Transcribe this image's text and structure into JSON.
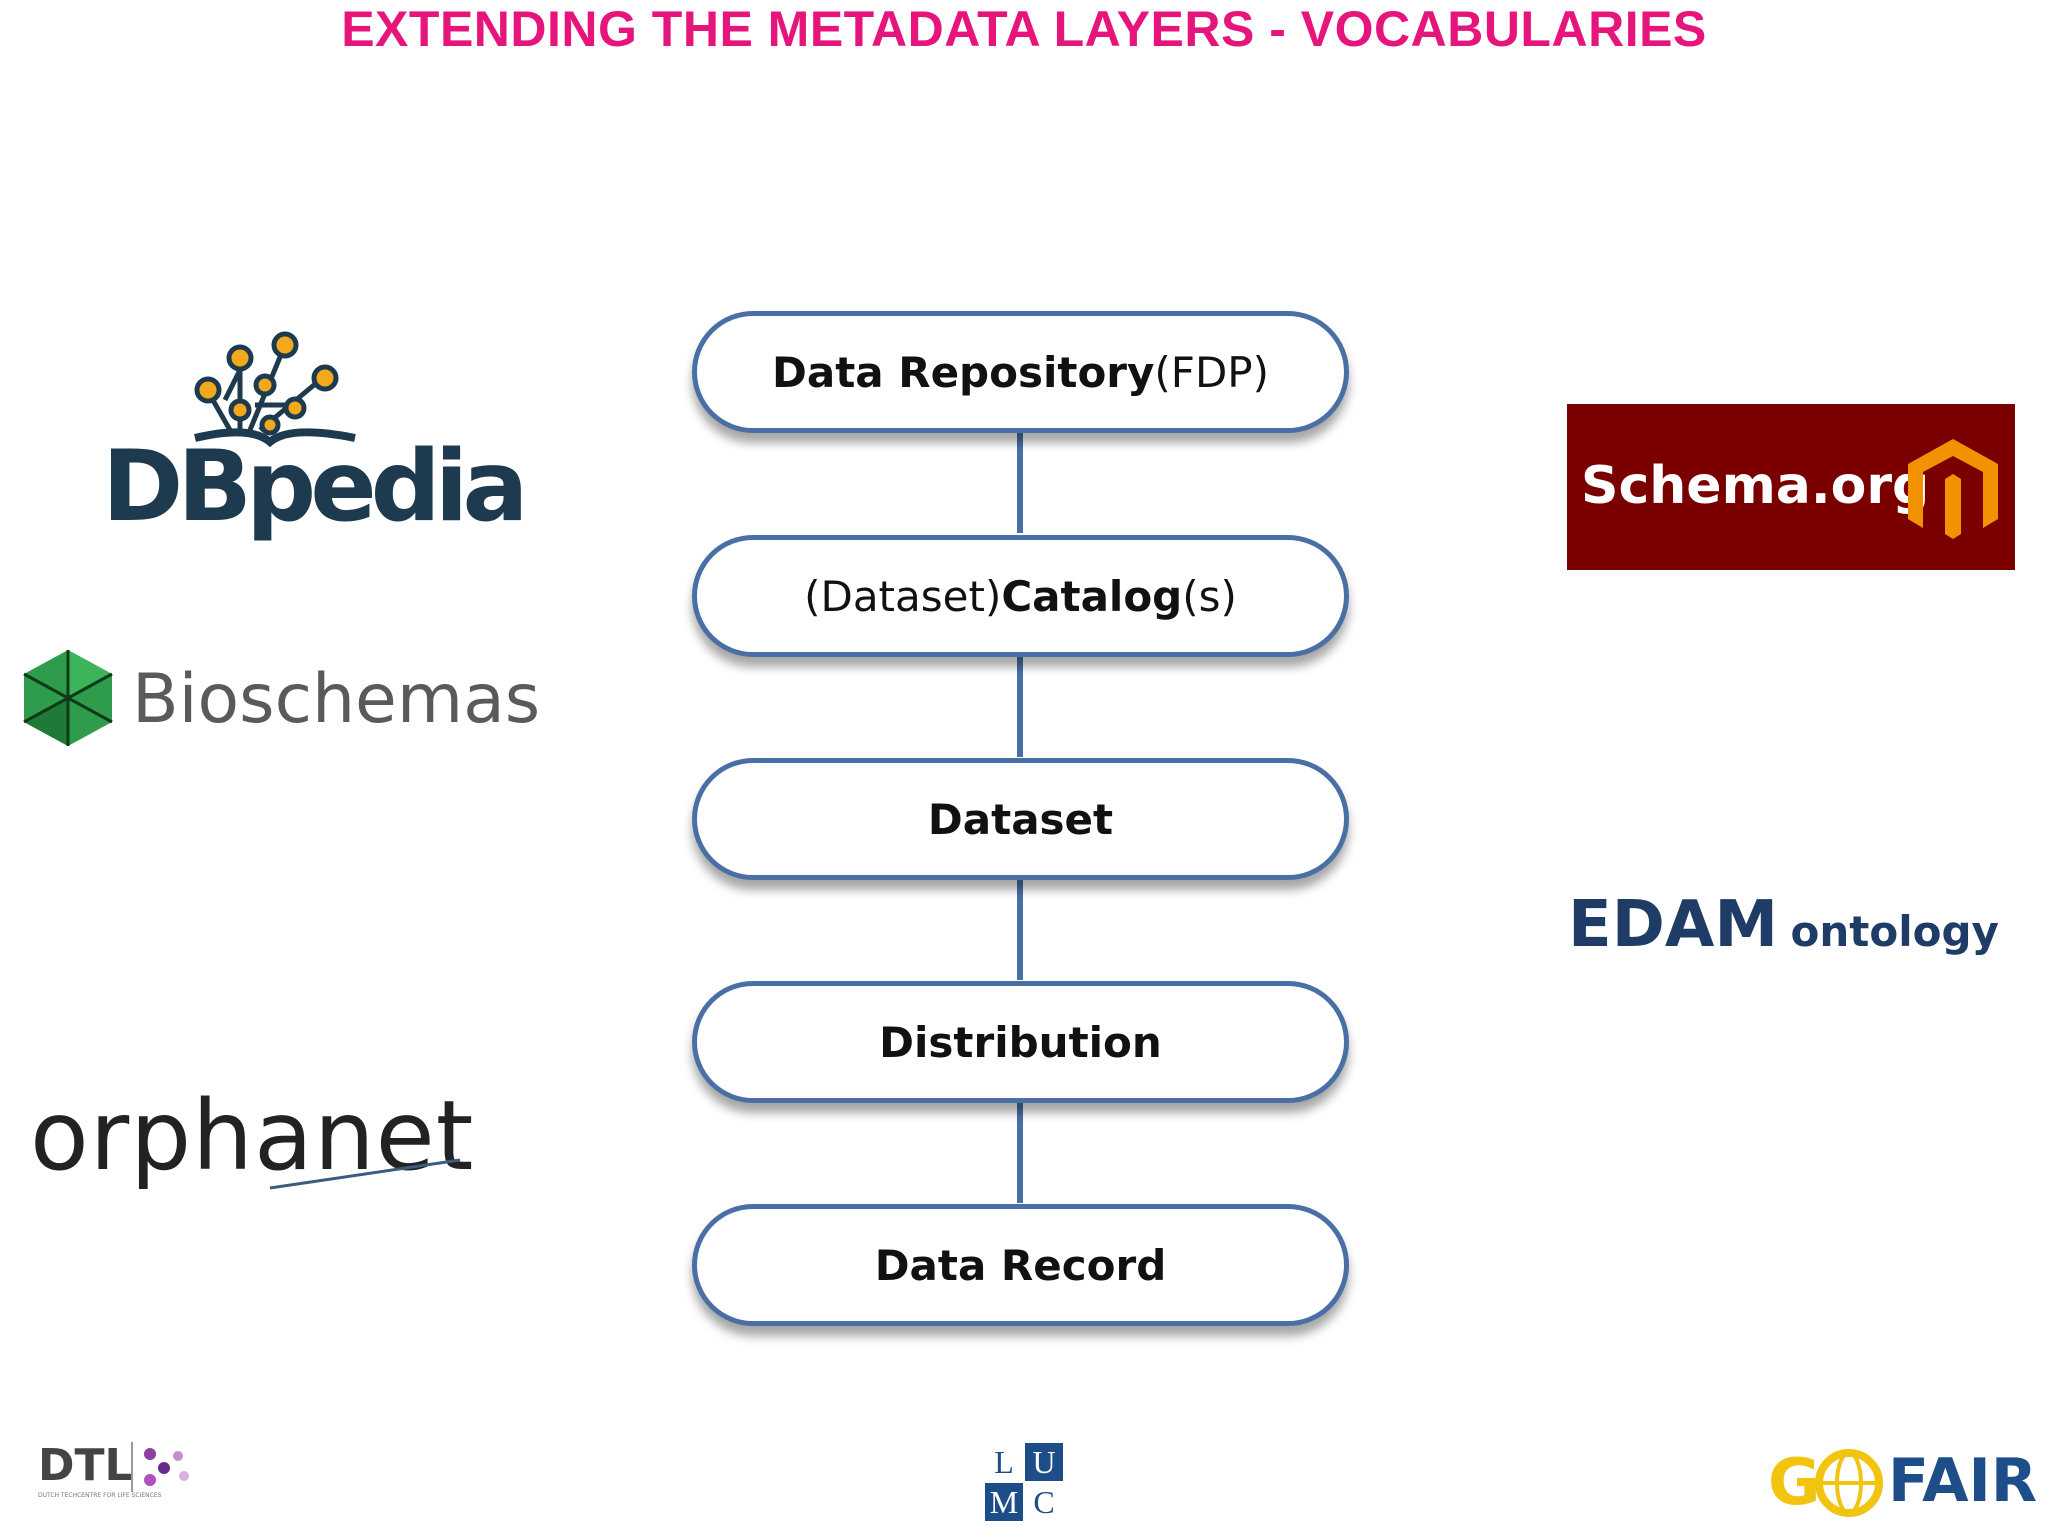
{
  "title": "EXTENDING THE METADATA LAYERS - VOCABULARIES",
  "layers": [
    {
      "bold": "Data Repository",
      "normal_after": " (FDP)",
      "normal_before": ""
    },
    {
      "normal_before": "(Dataset) ",
      "bold": "Catalog",
      "normal_after": "(s)"
    },
    {
      "normal_before": "",
      "bold": "Dataset",
      "normal_after": ""
    },
    {
      "normal_before": "",
      "bold": "Distribution",
      "normal_after": ""
    },
    {
      "normal_before": "",
      "bold": "Data Record",
      "normal_after": ""
    }
  ],
  "logos": {
    "dbpedia": "DBpedia",
    "bioschemas": "Bioschemas",
    "orphanet": "orphanet",
    "schema_org": "Schema.org",
    "edam_main": "EDAM",
    "edam_sub": "ontology",
    "dtl": "DTL",
    "dtl_tagline": "DUTCH TECHCENTRE FOR LIFE SCIENCES",
    "lumc_letters": [
      "L",
      "U",
      "M",
      "C"
    ],
    "gofair_go": "G",
    "gofair_fair": "FAIR"
  },
  "colors": {
    "title": "#e5157c",
    "layer_border": "#4a6fa5",
    "dbpedia": "#1d3a4f",
    "dbpedia_nodes": "#f3a81e",
    "schema_bg": "#7a0000",
    "edam": "#1f3c66",
    "gofair_yellow": "#f1c40f",
    "gofair_blue": "#1d4e89"
  }
}
